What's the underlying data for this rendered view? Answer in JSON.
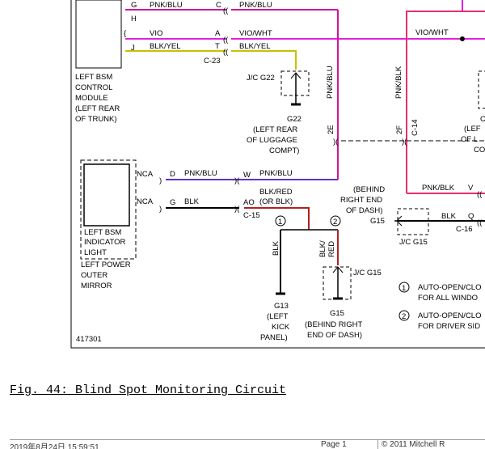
{
  "diagram": {
    "module": {
      "title_lines": [
        "LEFT BSM",
        "CONTROL",
        "MODULE",
        "(LEFT REAR",
        "OF TRUNK)"
      ],
      "pins": [
        "G",
        "H",
        "J"
      ],
      "wires": [
        "PNK/BLU",
        "VIO",
        "BLK/YEL"
      ]
    },
    "connector_c23": {
      "label": "C-23",
      "pins": [
        "C",
        "A",
        "T"
      ],
      "wires": [
        "PNK/BLU",
        "VIO/WHT",
        "BLK/YEL"
      ]
    },
    "jc_g22": {
      "label": "J/C G22",
      "ground": "G22",
      "location": [
        "(LEFT REAR",
        "OF LUGGAGE",
        "COMPT)"
      ]
    },
    "vertical_wires": {
      "left": "PNK/BLU",
      "right": "PNK/BLK"
    },
    "right_top_wire": "VIO/WHT",
    "splice_2e": "2E",
    "splice_2f": "2F",
    "c14": "C-14",
    "partial_right": [
      "C",
      "(LEF",
      "OF L",
      "CO"
    ],
    "indicator": {
      "title_lines": [
        "LEFT BSM",
        "INDICATOR",
        "LIGHT"
      ],
      "mirror_lines": [
        "LEFT POWER",
        "OUTER",
        "MIRROR"
      ],
      "nca": [
        "NCA",
        "NCA"
      ],
      "pins": [
        "D",
        "G"
      ],
      "wires": [
        "PNK/BLU",
        "BLK"
      ]
    },
    "connector_c15": {
      "label": "C-15",
      "pins": [
        "W",
        "AO"
      ],
      "wires": [
        "PNK/BLU",
        "BLK/RED",
        "(OR BLK)"
      ]
    },
    "behind_dash": [
      "(BEHIND",
      "RIGHT END",
      "OF DASH)"
    ],
    "g15_label": "G15",
    "jc_g15_left": "J/C G15",
    "c16": {
      "label": "C-16",
      "wire": "BLK",
      "pin": "Q"
    },
    "pnk_blk_v": {
      "wire": "PNK/BLK",
      "pin": "V"
    },
    "markers": [
      "1",
      "2"
    ],
    "g13": {
      "label": "G13",
      "location": [
        "(LEFT",
        "KICK",
        "PANEL)"
      ]
    },
    "blk_wire": "BLK",
    "blk_red_wire": [
      "BLK/",
      "RED"
    ],
    "jc_g15": "J/C G15",
    "g15_ground": {
      "label": "G15",
      "location": [
        "(BEHIND RIGHT",
        "END OF DASH)"
      ]
    },
    "notes": [
      {
        "num": "1",
        "lines": [
          "AUTO-OPEN/CLO",
          "FOR ALL WINDO"
        ]
      },
      {
        "num": "2",
        "lines": [
          "AUTO-OPEN/CLO",
          "FOR DRIVER SID"
        ]
      }
    ],
    "diagram_id": "417301"
  },
  "caption": "Fig. 44: Blind Spot Monitoring Circuit",
  "footer": {
    "left": "2019年8月24日 15:59:51",
    "page": "Page 1",
    "copyright": "© 2011 Mitchell R"
  },
  "colors": {
    "pnk_blu": "#d0149b",
    "pnk_blk": "#e8306a",
    "vio": "#e020e0",
    "blk_yel": "#c8c000",
    "blk_red": "#b02020",
    "blu": "#3060e0",
    "black": "#000000"
  }
}
